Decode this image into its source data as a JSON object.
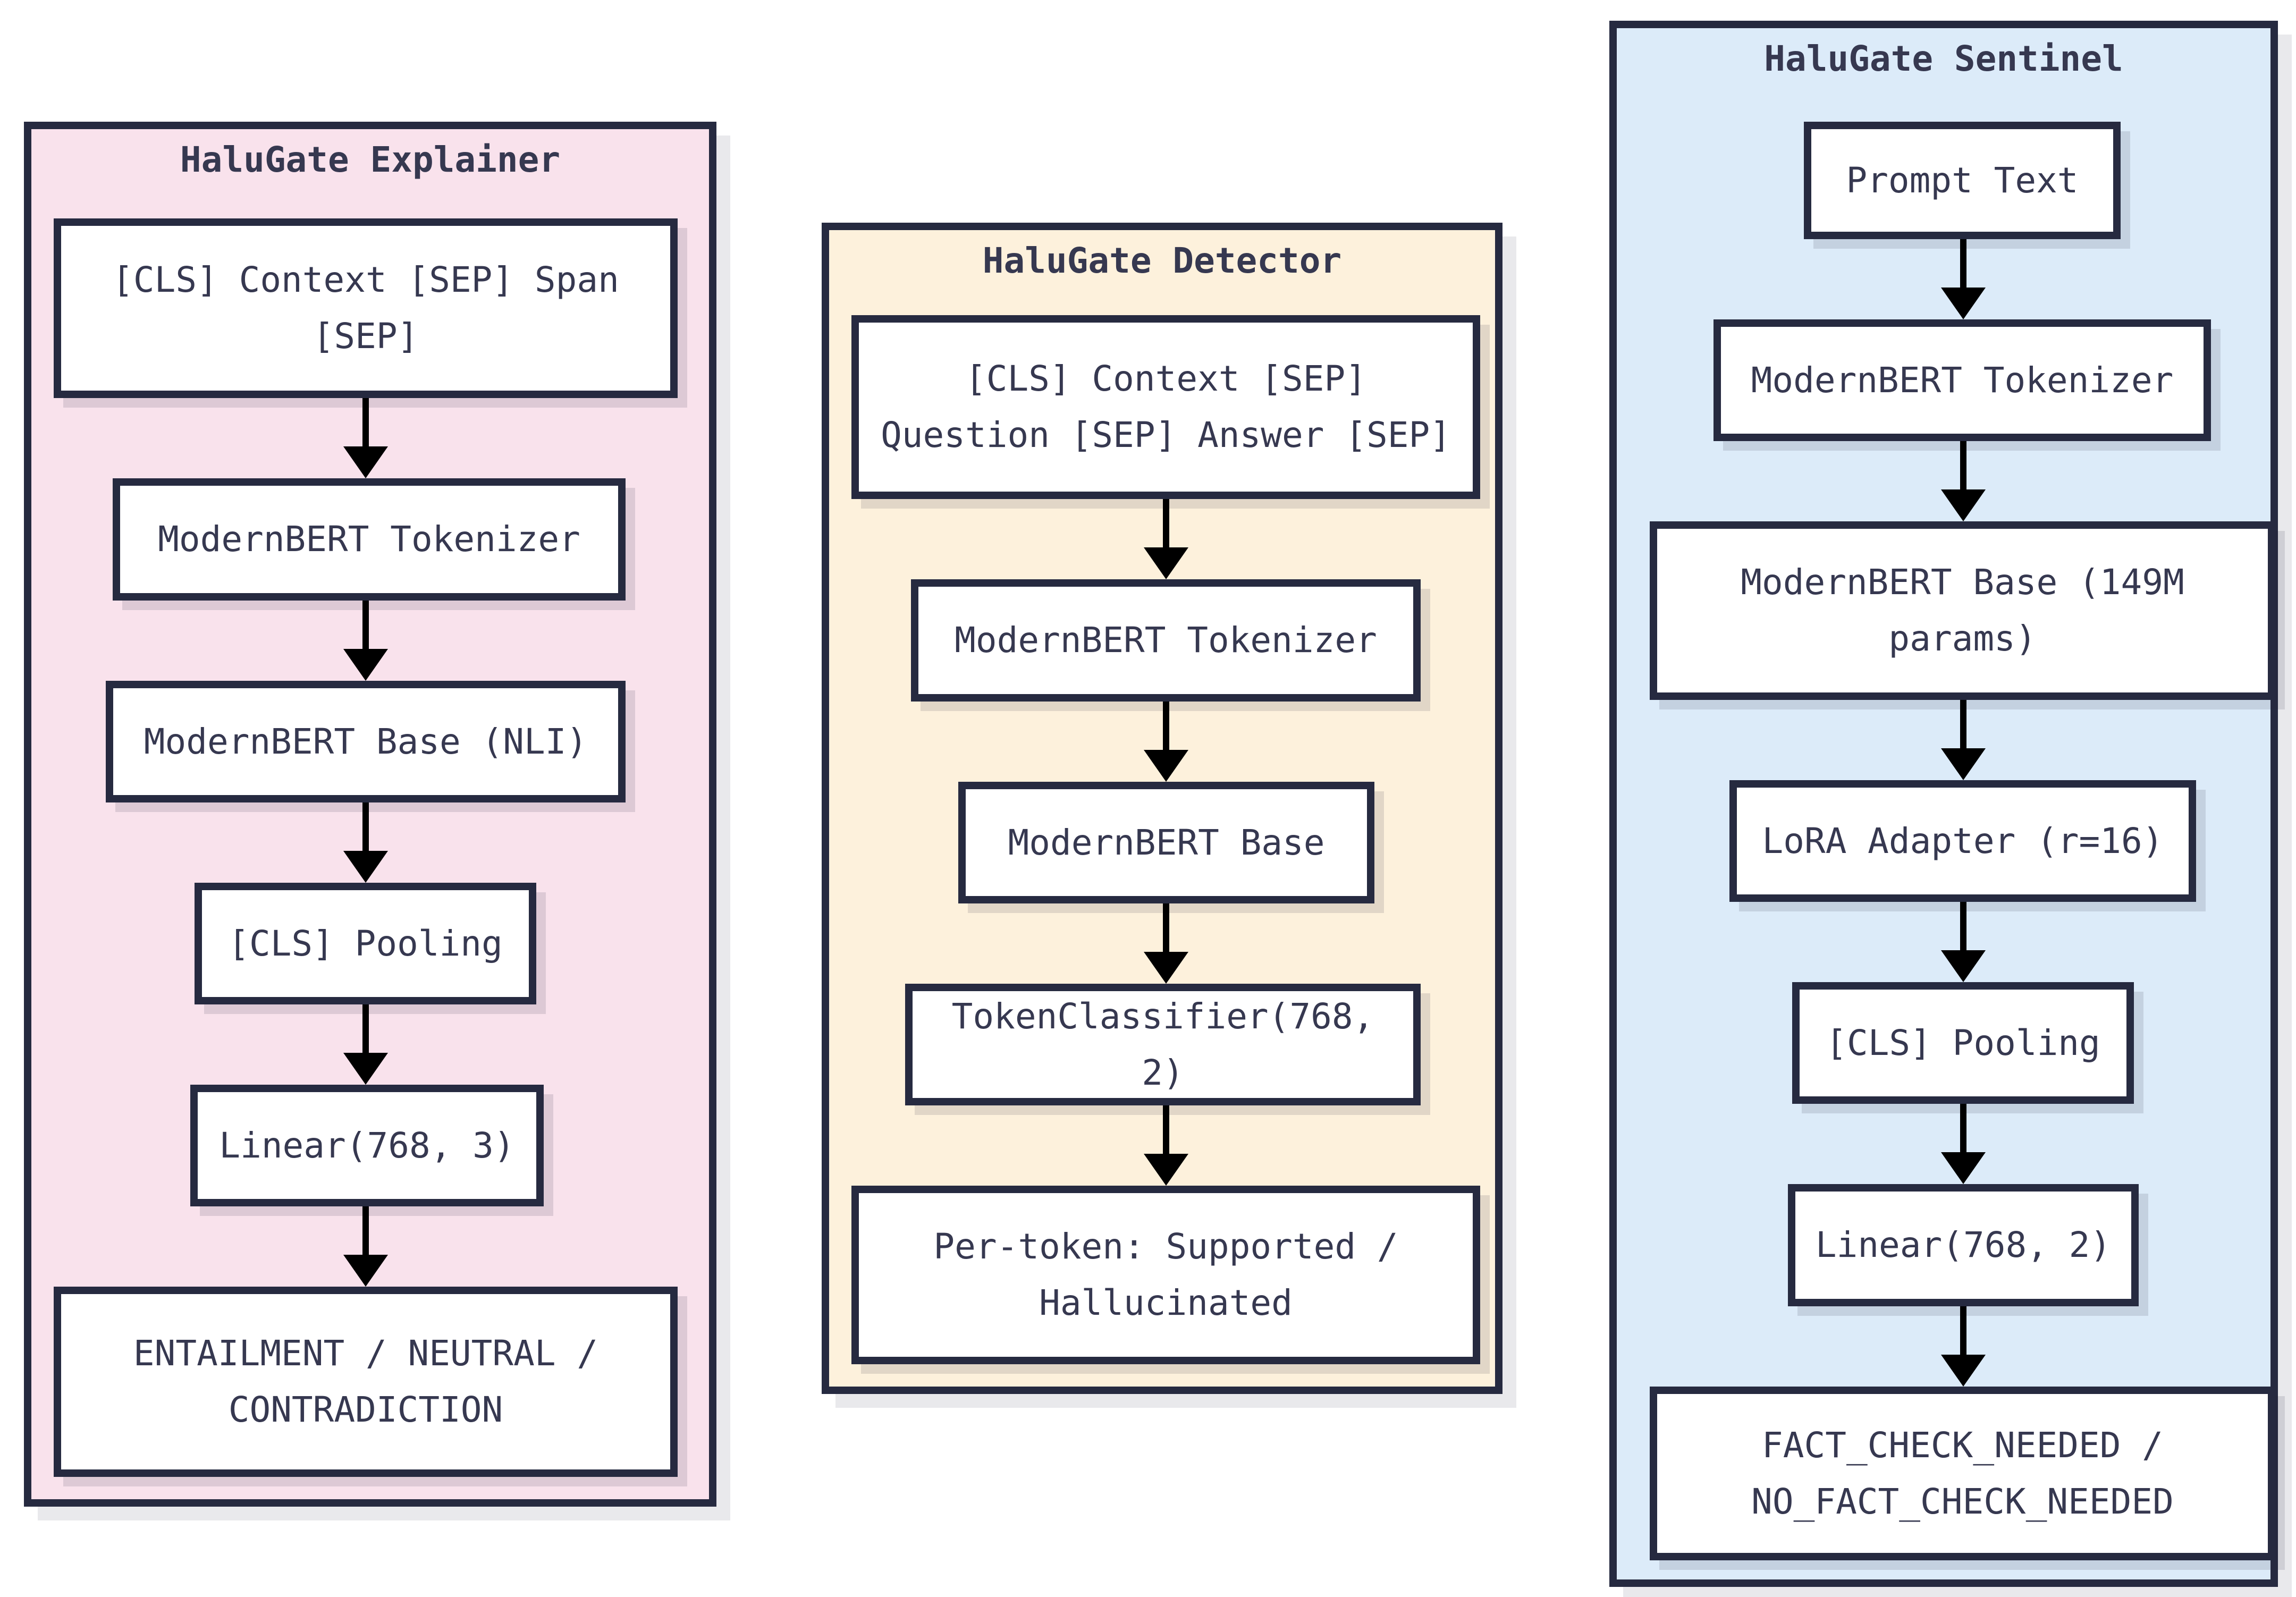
{
  "colors": {
    "background": "#ffffff",
    "outline": "#262a40",
    "text": "#363850",
    "arrow": "#000000",
    "box_fill": "#ffffff",
    "explainer_fill": "#f9e2ec",
    "detector_fill": "#fdf1dc",
    "sentinel_fill": "#dcebf9"
  },
  "panels": [
    {
      "title": "HaluGate Explainer",
      "boxes": [
        {
          "label": "[CLS] Context [SEP] Span\n[SEP]"
        },
        {
          "label": "ModernBERT Tokenizer"
        },
        {
          "label": "ModernBERT Base (NLI)"
        },
        {
          "label": "[CLS] Pooling"
        },
        {
          "label": "Linear(768, 3)"
        },
        {
          "label": "ENTAILMENT / NEUTRAL /\nCONTRADICTION"
        }
      ]
    },
    {
      "title": "HaluGate Detector",
      "boxes": [
        {
          "label": "[CLS] Context [SEP]\nQuestion [SEP] Answer [SEP]"
        },
        {
          "label": "ModernBERT Tokenizer"
        },
        {
          "label": "ModernBERT Base"
        },
        {
          "label": "TokenClassifier(768, 2)"
        },
        {
          "label": "Per-token: Supported /\nHallucinated"
        }
      ]
    },
    {
      "title": "HaluGate Sentinel",
      "boxes": [
        {
          "label": "Prompt Text"
        },
        {
          "label": "ModernBERT Tokenizer"
        },
        {
          "label": "ModernBERT Base (149M\nparams)"
        },
        {
          "label": "LoRA Adapter (r=16)"
        },
        {
          "label": "[CLS] Pooling"
        },
        {
          "label": "Linear(768, 2)"
        },
        {
          "label": "FACT_CHECK_NEEDED /\nNO_FACT_CHECK_NEEDED"
        }
      ]
    }
  ]
}
